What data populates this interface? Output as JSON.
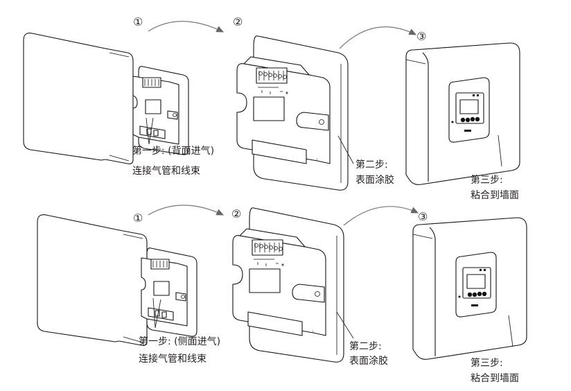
{
  "rows": [
    {
      "id": "back-intake",
      "steps": [
        {
          "number": "①",
          "label_line1": "第一步: (背面进气)",
          "label_line2": "连接气管和线束"
        },
        {
          "number": "②",
          "label_line1": "第二步:",
          "label_line2": "表面涂胶"
        },
        {
          "number": "③",
          "label_line1": "第三步:",
          "label_line2": "粘合到墙面"
        }
      ]
    },
    {
      "id": "side-intake",
      "steps": [
        {
          "number": "①",
          "label_line1": "第一步: (侧面进气)",
          "label_line2": "连接气管和线束"
        },
        {
          "number": "②",
          "label_line1": "第二步:",
          "label_line2": "表面涂胶"
        },
        {
          "number": "③",
          "label_line1": "第三步:",
          "label_line2": "粘合到墙面"
        }
      ]
    }
  ],
  "colors": {
    "line": "#111111",
    "arrow": "#777777",
    "text": "#231f20",
    "background": "#ffffff"
  }
}
